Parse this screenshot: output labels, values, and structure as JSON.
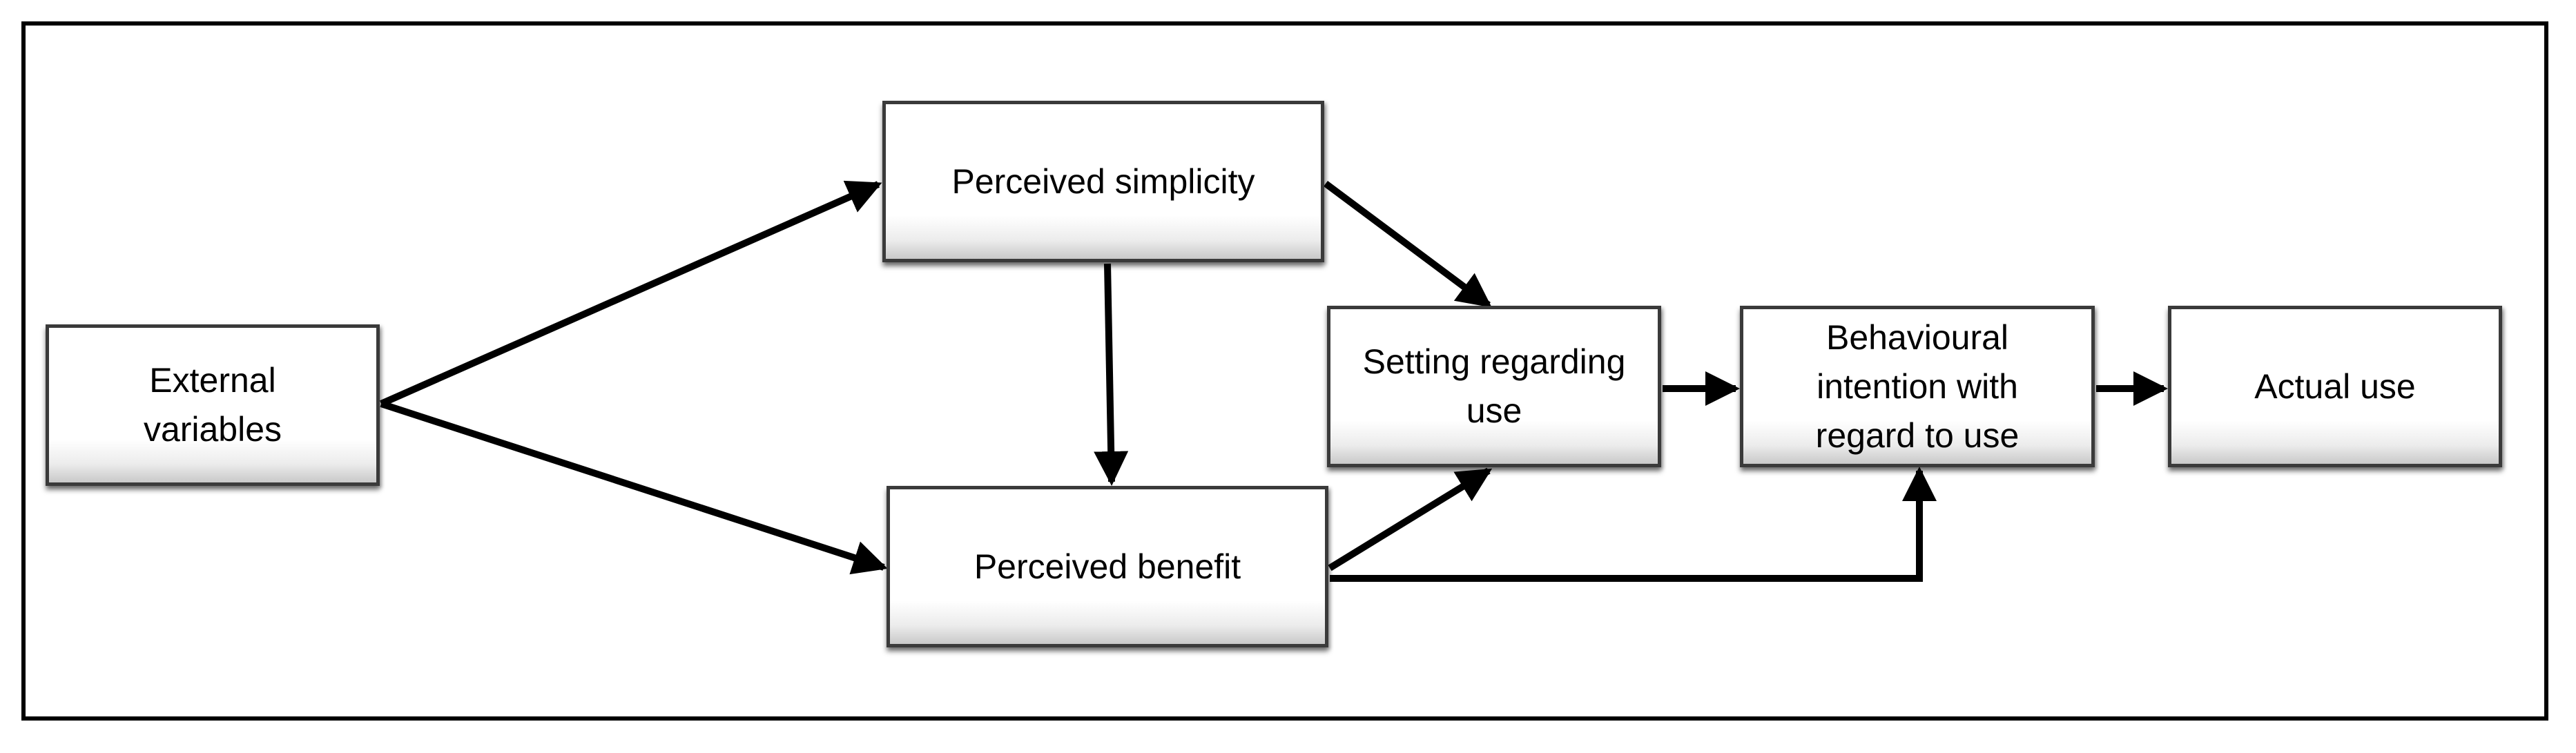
{
  "nodes": {
    "external_variables": "External variables",
    "perceived_simplicity": "Perceived simplicity",
    "perceived_benefit": "Perceived benefit",
    "setting_regarding_use": "Setting regarding use",
    "behavioural_intention": "Behavioural intention with regard to use",
    "actual_use": "Actual use"
  },
  "edges": [
    {
      "from": "External variables",
      "to": "Perceived simplicity"
    },
    {
      "from": "External variables",
      "to": "Perceived benefit"
    },
    {
      "from": "Perceived simplicity",
      "to": "Perceived benefit"
    },
    {
      "from": "Perceived simplicity",
      "to": "Setting regarding use"
    },
    {
      "from": "Perceived benefit",
      "to": "Setting regarding use"
    },
    {
      "from": "Perceived benefit",
      "to": "Behavioural intention with regard to use"
    },
    {
      "from": "Setting regarding use",
      "to": "Behavioural intention with regard to use"
    },
    {
      "from": "Behavioural intention with regard to use",
      "to": "Actual use"
    }
  ],
  "colors": {
    "box_border": "#3a3a3a",
    "arrow": "#000000",
    "frame": "#000000"
  }
}
